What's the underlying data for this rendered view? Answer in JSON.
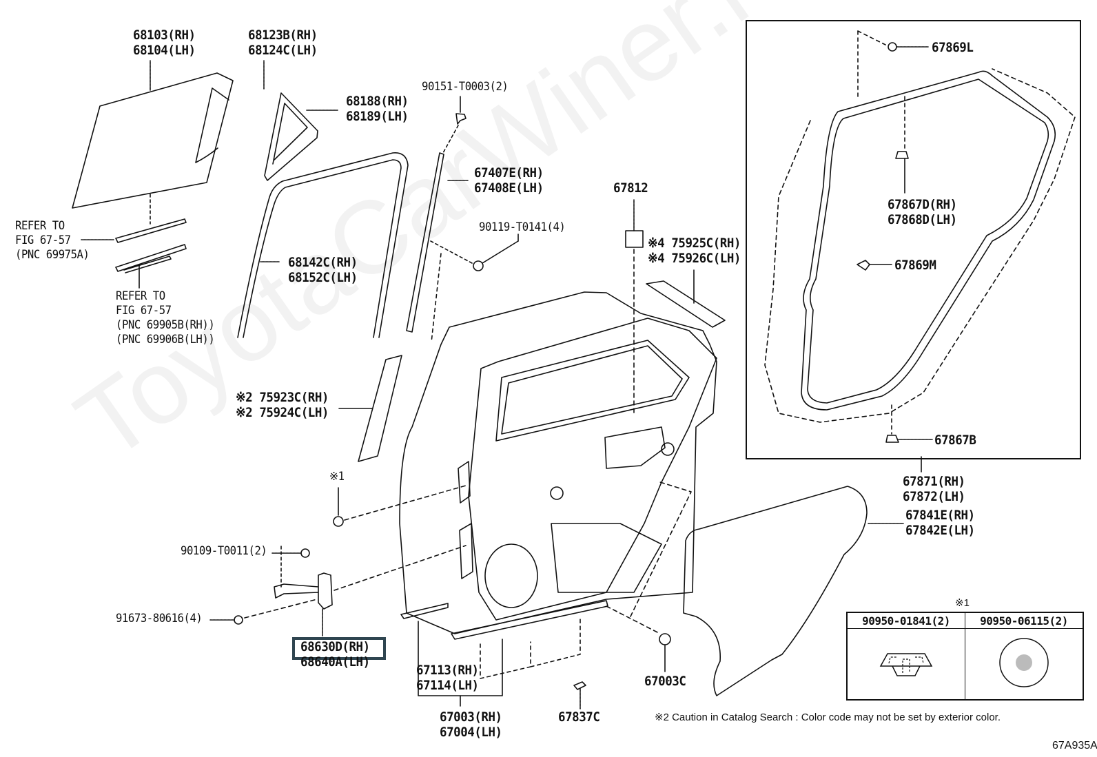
{
  "diagram": {
    "watermark": "ToyotaCarWiner.ru",
    "figure_id": "67A935A",
    "footnote": "※2 Caution in Catalog Search : Color code may not be set by exterior color.",
    "highlighted_part": "68630D(RH)",
    "labels": {
      "glass_main": [
        "68103(RH)",
        "68104(LH)"
      ],
      "quarter_glass": [
        "68123B(RH)",
        "68124C(LH)"
      ],
      "quarter_weatherstrip": [
        "68188(RH)",
        "68189(LH)"
      ],
      "refer_1": [
        "REFER TO",
        "FIG 67-57",
        "(PNC 69975A)"
      ],
      "refer_2": [
        "REFER TO",
        "FIG 67-57",
        "(PNC 69905B(RH))",
        "(PNC 69906B(LH))"
      ],
      "run_channel": [
        "68142C(RH)",
        "68152C(LH)"
      ],
      "screw_top": [
        "90151-T0003(2)"
      ],
      "division_bar": [
        "67407E(RH)",
        "67408E(LH)"
      ],
      "bolt_division": [
        "90119-T0141(4)"
      ],
      "cushion": [
        "67812"
      ],
      "frame_tape_rear": [
        "※4 75925C(RH)",
        "※4 75926C(LH)"
      ],
      "frame_tape_front": [
        "※2 75923C(RH)",
        "※2 75924C(LH)"
      ],
      "hole_plug_ref": [
        "※1"
      ],
      "bolt_check": [
        "90109-T0011(2)"
      ],
      "bolt_hinge": [
        "91673-80616(4)"
      ],
      "check_assy": [
        "68630D(RH)",
        "68640A(LH)"
      ],
      "outer_panel": [
        "67113(RH)",
        "67114(LH)"
      ],
      "door_panel": [
        "67003(RH)",
        "67004(LH)"
      ],
      "clip_bottom": [
        "67837C"
      ],
      "cushion_stopper": [
        "67003C"
      ],
      "service_hole_cover": [
        "67841E(RH)",
        "67842E(LH)"
      ],
      "weatherstrip": [
        "67871(RH)",
        "67872(LH)"
      ],
      "clip_l": [
        "67869L"
      ],
      "clip_d": [
        "67867D(RH)",
        "67868D(LH)"
      ],
      "clip_m": [
        "67869M"
      ],
      "clip_b": [
        "67867B"
      ]
    },
    "fastener_table": {
      "mark": "※1",
      "columns": [
        "90950-01841(2)",
        "90950-06115(2)"
      ],
      "icons": [
        "hole-plug-icon",
        "round-plug-icon"
      ]
    }
  }
}
